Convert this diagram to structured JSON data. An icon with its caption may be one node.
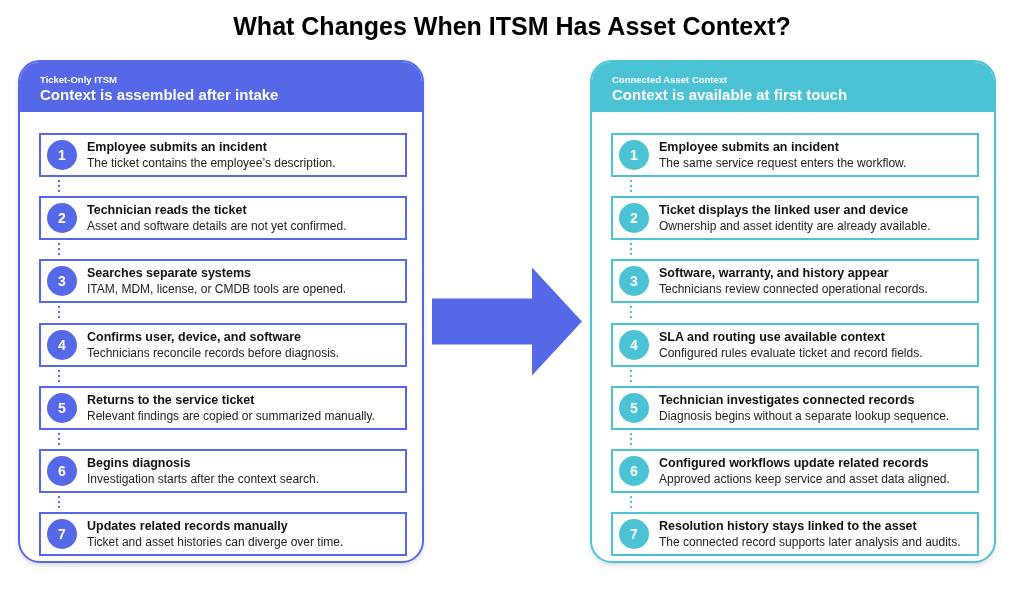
{
  "diagram": {
    "title": "What Changes When ITSM Has Asset Context?",
    "nodes": [
      {
        "text": [
          "Ticket-Only ITSM",
          "Context is assembled after intake"
        ]
      },
      {
        "text": [
          "1",
          "Employee submits an incident",
          "The ticket contains the employee’s description."
        ],
        "in": 0
      },
      {
        "text": [
          "2",
          "Technician reads the ticket",
          "Asset and software details are not yet confirmed."
        ],
        "in": 0
      },
      {
        "text": [
          "3",
          "Searches separate systems",
          "ITAM, MDM, license, or CMDB tools are opened."
        ],
        "in": 0
      },
      {
        "text": [
          "4",
          "Confirms user, device, and software",
          "Technicians reconcile records before diagnosis."
        ],
        "in": 0
      },
      {
        "text": [
          "5",
          "Returns to the service ticket",
          "Relevant findings are copied or summarized manually."
        ],
        "in": 0
      },
      {
        "text": [
          "6",
          "Begins diagnosis",
          "Investigation starts after the context search."
        ],
        "in": 0
      },
      {
        "text": [
          "7",
          "Updates related records manually",
          "Ticket and asset histories can diverge over time."
        ],
        "in": 0
      },
      {
        "text": [
          "Connected Asset Context",
          "Context is available at first touch"
        ]
      },
      {
        "text": [
          "1",
          "Employee submits an incident",
          "The same service request enters the workflow."
        ],
        "in": 8
      },
      {
        "text": [
          "2",
          "Ticket displays the linked user and device",
          "Ownership and asset identity are already available."
        ],
        "in": 8
      },
      {
        "text": [
          "3",
          "Software, warranty, and history appear",
          "Technicians review connected operational records."
        ],
        "in": 8
      },
      {
        "text": [
          "4",
          "SLA and routing use available context",
          "Configured rules evaluate ticket and record fields."
        ],
        "in": 8
      },
      {
        "text": [
          "5",
          "Technician investigates connected records",
          "Diagnosis begins without a separate lookup sequence."
        ],
        "in": 8
      },
      {
        "text": [
          "6",
          "Configured workflows update related records",
          "Approved actions keep service and asset data aligned."
        ],
        "in": 8
      },
      {
        "text": [
          "7",
          "Resolution history stays linked to the asset",
          "The connected record supports later analysis and audits."
        ],
        "in": 8
      }
    ],
    "edges": [
      {
        "from": 0,
        "to": 8,
        "arrow": "to",
        "style": "thick",
        "color": "#5468e8"
      },
      {
        "from": 1,
        "to": 2,
        "arrow": "none",
        "style": "dashed",
        "color": "#5468e8"
      },
      {
        "from": 2,
        "to": 3,
        "arrow": "none",
        "style": "dashed",
        "color": "#5468e8"
      },
      {
        "from": 3,
        "to": 4,
        "arrow": "none",
        "style": "dashed",
        "color": "#5468e8"
      },
      {
        "from": 4,
        "to": 5,
        "arrow": "none",
        "style": "dashed",
        "color": "#5468e8"
      },
      {
        "from": 5,
        "to": 6,
        "arrow": "none",
        "style": "dashed",
        "color": "#5468e8"
      },
      {
        "from": 6,
        "to": 7,
        "arrow": "none",
        "style": "dashed",
        "color": "#5468e8"
      },
      {
        "from": 9,
        "to": 10,
        "arrow": "none",
        "style": "dashed",
        "color": "#4cc3d4"
      },
      {
        "from": 10,
        "to": 11,
        "arrow": "none",
        "style": "dashed",
        "color": "#4cc3d4"
      },
      {
        "from": 11,
        "to": 12,
        "arrow": "none",
        "style": "dashed",
        "color": "#4cc3d4"
      },
      {
        "from": 12,
        "to": 13,
        "arrow": "none",
        "style": "dashed",
        "color": "#4cc3d4"
      },
      {
        "from": 13,
        "to": 14,
        "arrow": "none",
        "style": "dashed",
        "color": "#4cc3d4"
      },
      {
        "from": 14,
        "to": 15,
        "arrow": "none",
        "style": "dashed",
        "color": "#4cc3d4"
      }
    ]
  }
}
